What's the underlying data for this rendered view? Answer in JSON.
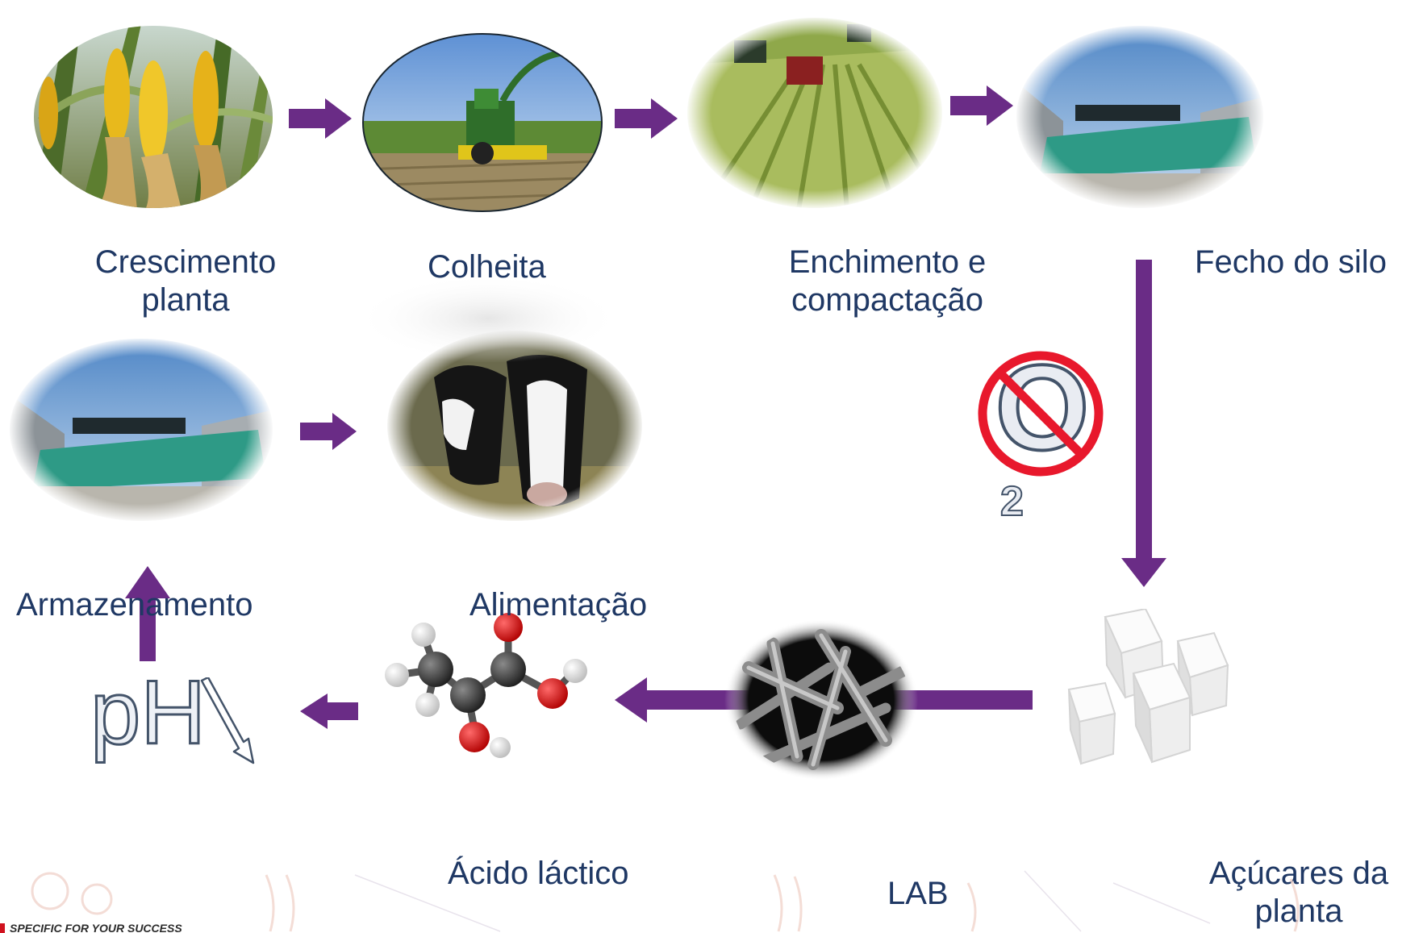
{
  "steps": {
    "growth": "Crescimento\nplanta",
    "harvest": "Colheita",
    "filling": "Enchimento e\ncompactação",
    "closing": "Fecho do silo",
    "storage": "Armazenamento",
    "feeding": "Alimentação",
    "lactic_acid": "Ácido láctico",
    "lab": "LAB",
    "sugars": "Açúcares da\nplanta"
  },
  "no_oxygen": {
    "symbol": "O",
    "subscript": "2"
  },
  "ph_symbol": "pH",
  "footer_slogan": "SPECIFIC FOR YOUR SUCCESS",
  "colors": {
    "arrow": "#6a2c86",
    "label": "#1f3864",
    "prohibition": "#e8182c"
  }
}
